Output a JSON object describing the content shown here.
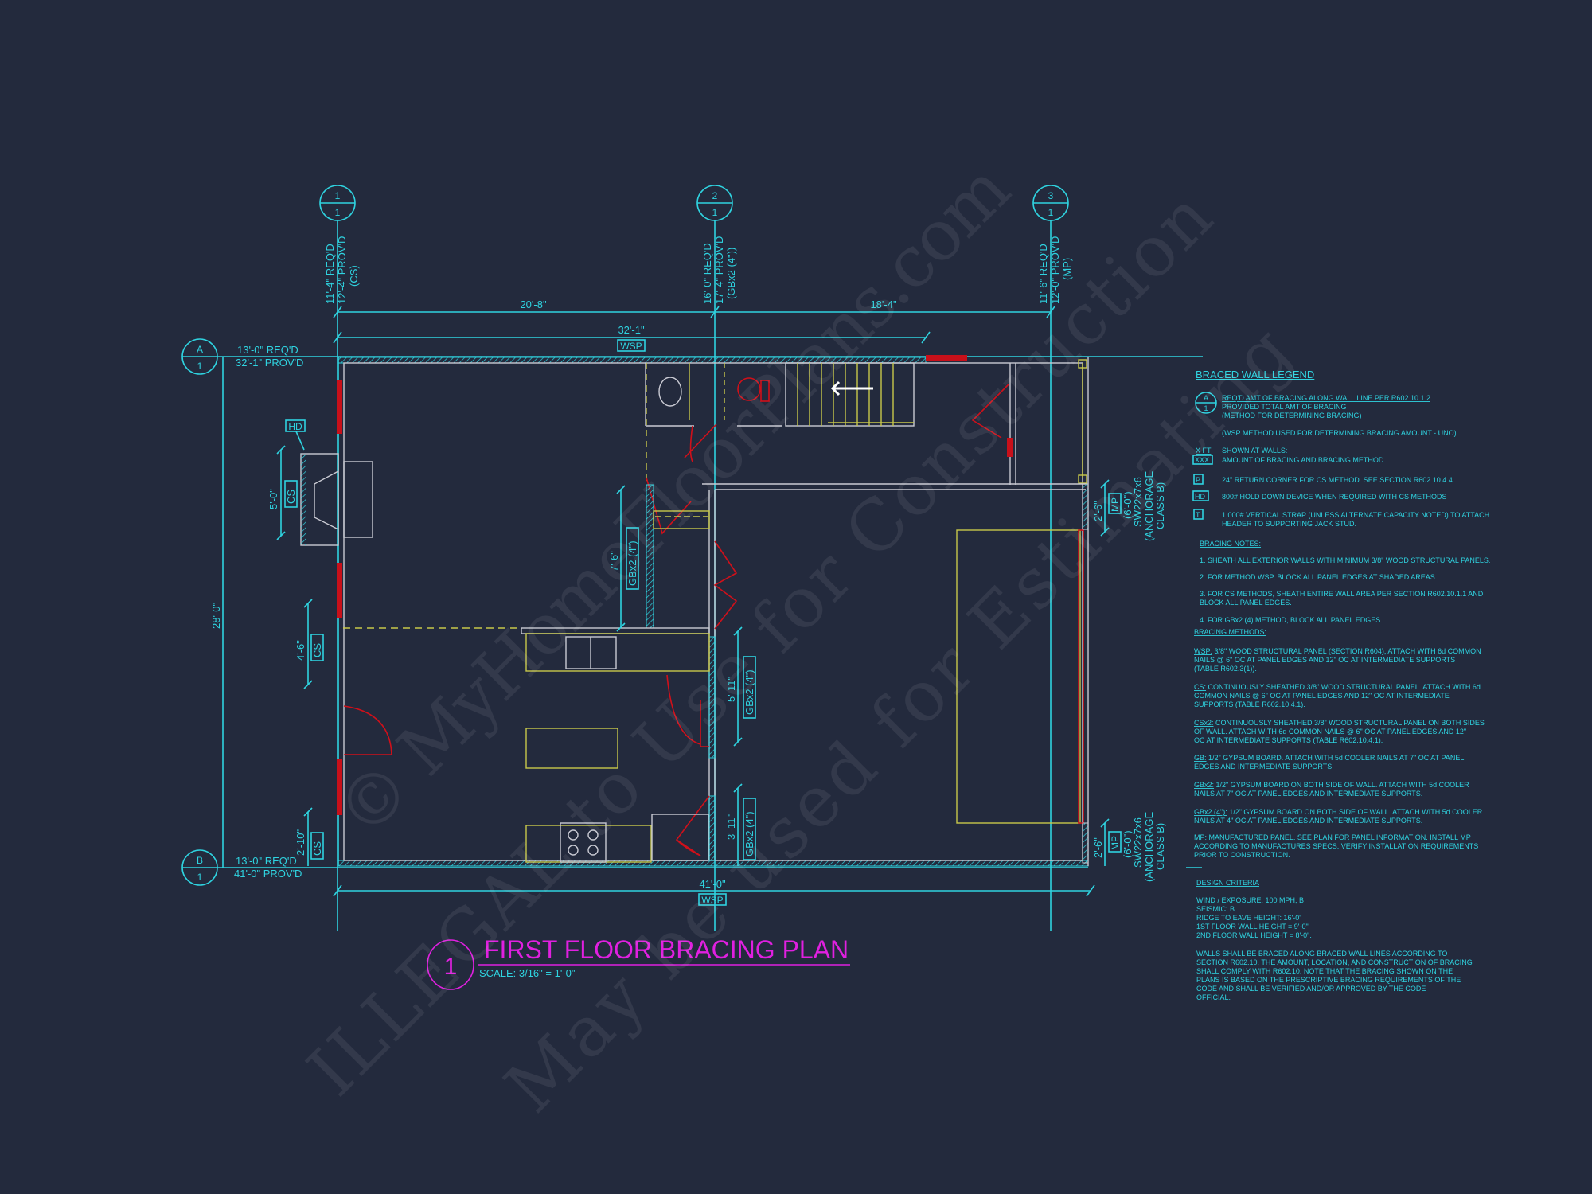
{
  "drawing": {
    "number": "1",
    "title": "FIRST FLOOR BRACING PLAN",
    "scale": "SCALE: 3/16\" = 1'-0\""
  },
  "grid_lines": [
    {
      "id": "1",
      "sheet": "1",
      "req": "11'-4\" REQ'D",
      "prov": "12'-4\" PROV'D",
      "method": "(CS)"
    },
    {
      "id": "2",
      "sheet": "1",
      "req": "16'-0\" REQ'D",
      "prov": "17'-4\" PROV'D",
      "method": "(GBx2 (4\"))"
    },
    {
      "id": "3",
      "sheet": "1",
      "req": "11'-6\" REQ'D",
      "prov": "12'-0\" PROV'D",
      "method": "(MP)"
    }
  ],
  "wall_lines": [
    {
      "id": "A",
      "sheet": "1",
      "req": "13'-0\" REQ'D",
      "prov": "32'-1\" PROV'D"
    },
    {
      "id": "B",
      "sheet": "1",
      "req": "13'-0\" REQ'D",
      "prov": "41'-0\" PROV'D"
    }
  ],
  "dimensions": {
    "top_left": "20'-8\"",
    "top_right": "18'-4\"",
    "top_wall": "32'-1\"",
    "top_wall_method": "WSP",
    "bottom": "41'-0\"",
    "bottom_method": "WSP",
    "overall_depth": "28'-0\""
  },
  "hold_down_tag": "HD",
  "braced_panels": [
    {
      "length": "5'-0\"",
      "method": "CS"
    },
    {
      "length": "4'-6\"",
      "method": "CS"
    },
    {
      "length": "2'-10\"",
      "method": "CS"
    },
    {
      "length": "7'-6\"",
      "method": "GBx2 (4\")"
    },
    {
      "length": "5'-11\"",
      "method": "GBx2 (4\")"
    },
    {
      "length": "3'-11\"",
      "method": "GBx2 (4\")"
    },
    {
      "length": "2'-6\"",
      "method": "MP",
      "panel": "(6'-0\")",
      "anchor": "SW22x7x6",
      "anchorage": "(ANCHORAGE",
      "class": "CLASS B)"
    },
    {
      "length": "2'-6\"",
      "method": "MP",
      "panel": "(6'-0\")",
      "anchor": "SW22x7x6",
      "anchorage": "(ANCHORAGE",
      "class": "CLASS B)"
    }
  ],
  "legend": {
    "title": "BRACED WALL LEGEND",
    "bubble_top": "A",
    "bubble_bottom": "1",
    "bubble_lines": [
      "REQ'D AMT OF BRACING ALONG WALL LINE PER R602.10.1.2",
      "PROVIDED TOTAL AMT OF BRACING",
      "(METHOD FOR DETERMINING BRACING)"
    ],
    "wsp_note": "(WSP METHOD USED FOR DETERMINING BRACING AMOUNT - UNO)",
    "xft": "X FT",
    "xxx": "XXX",
    "shown_lines": [
      "SHOWN AT WALLS:",
      "AMOUNT OF BRACING AND BRACING METHOD"
    ],
    "p_tag": "P",
    "p_text": "24\" RETURN CORNER FOR CS METHOD.  SEE SECTION R602.10.4.4.",
    "hd_tag": "HD",
    "hd_text": "800# HOLD DOWN DEVICE WHEN REQUIRED WITH CS METHODS",
    "t_tag": "T",
    "t_lines": [
      "1,000# VERTICAL STRAP (UNLESS ALTERNATE CAPACITY NOTED) TO ATTACH",
      "HEADER TO SUPPORTING JACK STUD."
    ]
  },
  "bracing_notes": {
    "title": "BRACING NOTES:",
    "lines": [
      "1. SHEATH ALL EXTERIOR WALLS WITH MINIMUM 3/8\" WOOD STRUCTURAL PANELS.",
      "2. FOR METHOD WSP, BLOCK ALL PANEL EDGES AT SHADED AREAS.",
      "3. FOR CS METHODS, SHEATH ENTIRE WALL AREA PER SECTION R602.10.1.1 AND",
      "BLOCK ALL PANEL EDGES.",
      "4. FOR GBx2 (4) METHOD, BLOCK ALL PANEL EDGES."
    ]
  },
  "bracing_methods": {
    "title": "BRACING METHODS:",
    "items": [
      {
        "code": "WSP:",
        "lines": [
          " 3/8\" WOOD STRUCTURAL PANEL (SECTION R604), ATTACH WITH 6d COMMON",
          "NAILS @ 6\" OC AT PANEL EDGES AND 12\" OC AT INTERMEDIATE SUPPORTS",
          "(TABLE R602.3(1))."
        ]
      },
      {
        "code": "CS:",
        "lines": [
          " CONTINUOUSLY SHEATHED 3/8\" WOOD STRUCTURAL PANEL. ATTACH WITH 6d",
          "COMMON NAILS @ 6\" OC AT PANEL EDGES AND 12\" OC AT INTERMEDIATE",
          "SUPPORTS (TABLE R602.10.4.1)."
        ]
      },
      {
        "code": "CSx2:",
        "lines": [
          " CONTINUOUSLY SHEATHED 3/8\" WOOD STRUCTURAL PANEL ON BOTH SIDES",
          "OF WALL. ATTACH WITH 6d COMMON NAILS @ 6\" OC AT PANEL EDGES AND 12\"",
          "OC AT INTERMEDIATE SUPPORTS (TABLE R602.10.4.1)."
        ]
      },
      {
        "code": "GB:",
        "lines": [
          " 1/2\" GYPSUM BOARD. ATTACH WITH 5d COOLER NAILS AT 7\" OC AT PANEL",
          "EDGES AND INTERMEDIATE SUPPORTS."
        ]
      },
      {
        "code": "GBx2:",
        "lines": [
          " 1/2\" GYPSUM BOARD ON BOTH SIDE OF WALL. ATTACH WITH 5d COOLER",
          "NAILS AT 7\" OC AT PANEL EDGES AND INTERMEDIATE SUPPORTS."
        ]
      },
      {
        "code": "GBx2 (4\"):",
        "lines": [
          " 1/2\" GYPSUM BOARD ON BOTH SIDE OF WALL. ATTACH WITH 5d COOLER",
          "NAILS AT 4\" OC AT PANEL EDGES AND INTERMEDIATE SUPPORTS."
        ]
      },
      {
        "code": "MP:",
        "lines": [
          " MANUFACTURED PANEL. SEE PLAN FOR PANEL INFORMATION. INSTALL MP",
          "ACCORDING TO MANUFACTURES SPECS. VERIFY INSTALLATION REQUIREMENTS",
          "PRIOR TO CONSTRUCTION."
        ]
      }
    ]
  },
  "design_criteria": {
    "title": "DESIGN CRITERIA",
    "lines": [
      "WIND / EXPOSURE:  100 MPH, B",
      "SEISMIC:  B",
      "RIDGE TO EAVE HEIGHT: 16'-0\"",
      "1ST FLOOR WALL HEIGHT = 9'-0\"",
      "2ND FLOOR WALL HEIGHT = 8'-0\"."
    ],
    "paragraph": [
      "WALLS SHALL BE BRACED ALONG BRACED WALL LINES ACCORDING TO",
      "SECTION R602.10. THE AMOUNT, LOCATION, AND CONSTRUCTION OF BRACING",
      "SHALL COMPLY WITH R602.10. NOTE THAT THE BRACING SHOWN ON THE",
      "PLANS IS BASED ON THE PRESCRIPTIVE BRACING REQUIREMENTS OF THE",
      "CODE AND SHALL BE VERIFIED AND/OR APPROVED BY THE CODE",
      "OFFICIAL."
    ]
  },
  "watermark": [
    "© MyHomeFloorPlans.com",
    "ILLEGAL to Use for Construction",
    "May be used for Estimating"
  ],
  "colors": {
    "background": "#232a3d",
    "annotation": "#2fd3e0",
    "bracing_red": "#d0101a",
    "fixtures": "#c8c84a",
    "walls": "#c9cad3",
    "title": "#e020e0"
  }
}
